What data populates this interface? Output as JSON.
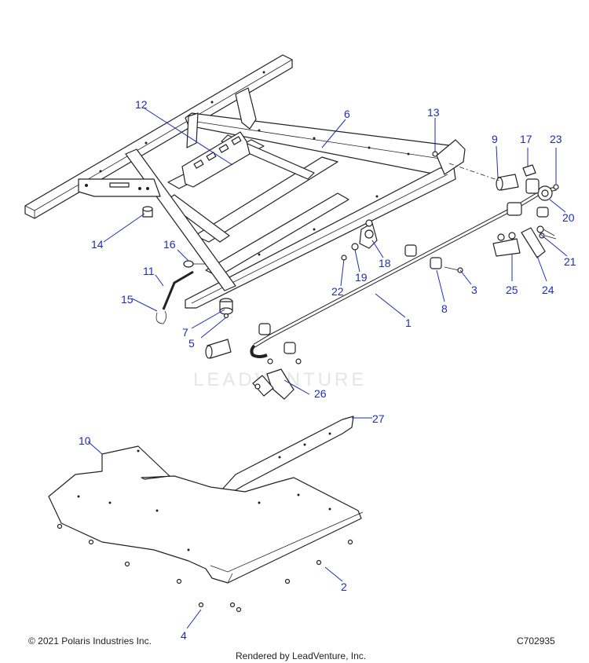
{
  "watermark": "LEADVENTURE",
  "footer": {
    "copyright": "© 2021 Polaris Industries Inc.",
    "code": "C702935",
    "rendered_by": "Rendered by LeadVenture, Inc."
  },
  "callouts": [
    "1",
    "2",
    "3",
    "4",
    "5",
    "6",
    "7",
    "8",
    "9",
    "10",
    "11",
    "12",
    "13",
    "14",
    "15",
    "16",
    "17",
    "18",
    "19",
    "20",
    "21",
    "22",
    "23",
    "24",
    "25",
    "26",
    "27"
  ],
  "colors": {
    "callout": "#1f2bb8",
    "line": "#222222"
  }
}
